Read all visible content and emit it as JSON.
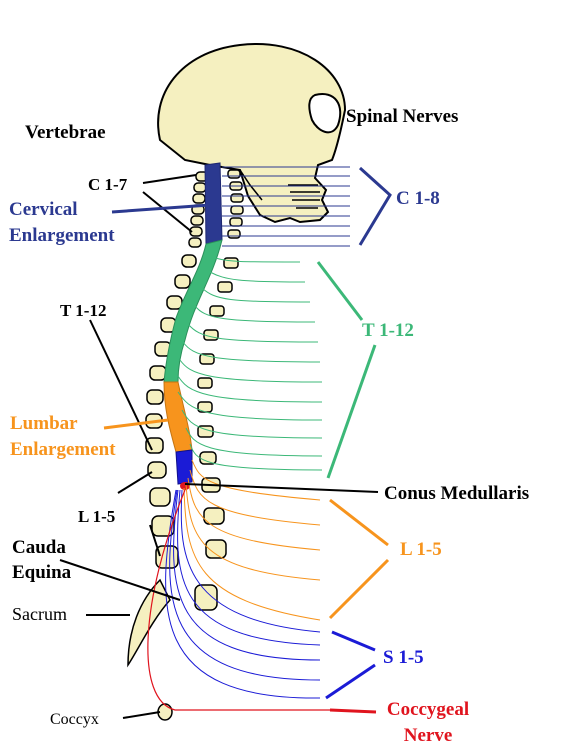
{
  "colors": {
    "cervical": "#2b3990",
    "thoracic": "#3cb878",
    "lumbar": "#f7941d",
    "sacral": "#1b1bd6",
    "coccygeal": "#e0141e",
    "bone": "#f5f0c0",
    "outline": "#000000"
  },
  "labels": {
    "vertebrae": "Vertebrae",
    "spinal_nerves": "Spinal Nerves",
    "c17": "C 1-7",
    "cervical_enlargement_1": "Cervical",
    "cervical_enlargement_2": "Enlargement",
    "c18": "C 1-8",
    "t112_left": "T 1-12",
    "t112_right": "T 1-12",
    "lumbar_enlargement_1": "Lumbar",
    "lumbar_enlargement_2": "Enlargement",
    "conus_medullaris": "Conus Medullaris",
    "l15_left": "L 1-5",
    "l15_right": "L 1-5",
    "cauda_equina_1": "Cauda",
    "cauda_equina_2": "Equina",
    "sacrum": "Sacrum",
    "s15": "S 1-5",
    "coccyx": "Coccyx",
    "coccygeal_nerve_1": "Coccygeal",
    "coccygeal_nerve_2": "Nerve"
  }
}
